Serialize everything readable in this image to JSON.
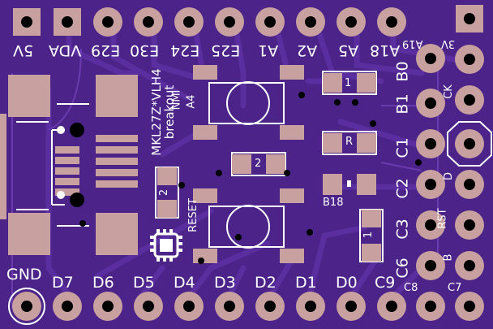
{
  "board": {
    "title": "MKL27Z*VLH4",
    "subtitle": "breakout"
  },
  "top_pins": [
    "5V",
    "VDA",
    "E29",
    "E30",
    "E24",
    "E25",
    "A1",
    "A2",
    "A5",
    "A18"
  ],
  "bottom_pins": [
    "GND",
    "D7",
    "D6",
    "D5",
    "D4",
    "D3",
    "D2",
    "D1",
    "D0",
    "C9"
  ],
  "right_inner": [
    "B0",
    "B1",
    "C1",
    "C2",
    "C3",
    "C6"
  ],
  "right_outer": {
    "a19": "A19",
    "v3": "3V",
    "ck": "CK",
    "d": "D",
    "rst": "RST",
    "b": "B",
    "c8": "C8",
    "c7": "C7"
  },
  "components": {
    "nmi": "NMI",
    "a4": "A4",
    "reset": "RESET",
    "b18": "B18",
    "cap_center": "2",
    "cap_usb": "2",
    "res1": "1",
    "res_r": "R",
    "cap1": "1"
  },
  "colors": {
    "board": "#4b2389",
    "copper_pad": "#c9a0a0",
    "silkscreen": "#ffffff",
    "drill": "#000000"
  }
}
